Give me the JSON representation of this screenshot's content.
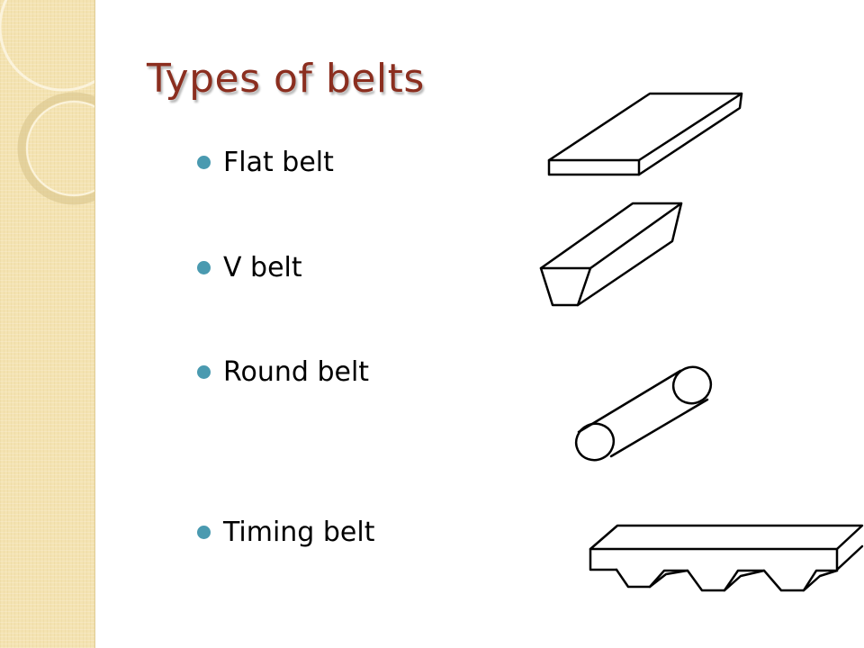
{
  "slide": {
    "title": "Types of belts",
    "accent_color": "#8b2e1f",
    "bullet_color": "#4a9ab0",
    "side_panel_color": "#f4e3b2",
    "bullets": [
      {
        "label": "Flat belt",
        "illustration": "flat-belt-drawing"
      },
      {
        "label": "V belt",
        "illustration": "v-belt-drawing"
      },
      {
        "label": "Round belt",
        "illustration": "round-belt-drawing"
      },
      {
        "label": "Timing belt",
        "illustration": "timing-belt-drawing"
      }
    ]
  }
}
